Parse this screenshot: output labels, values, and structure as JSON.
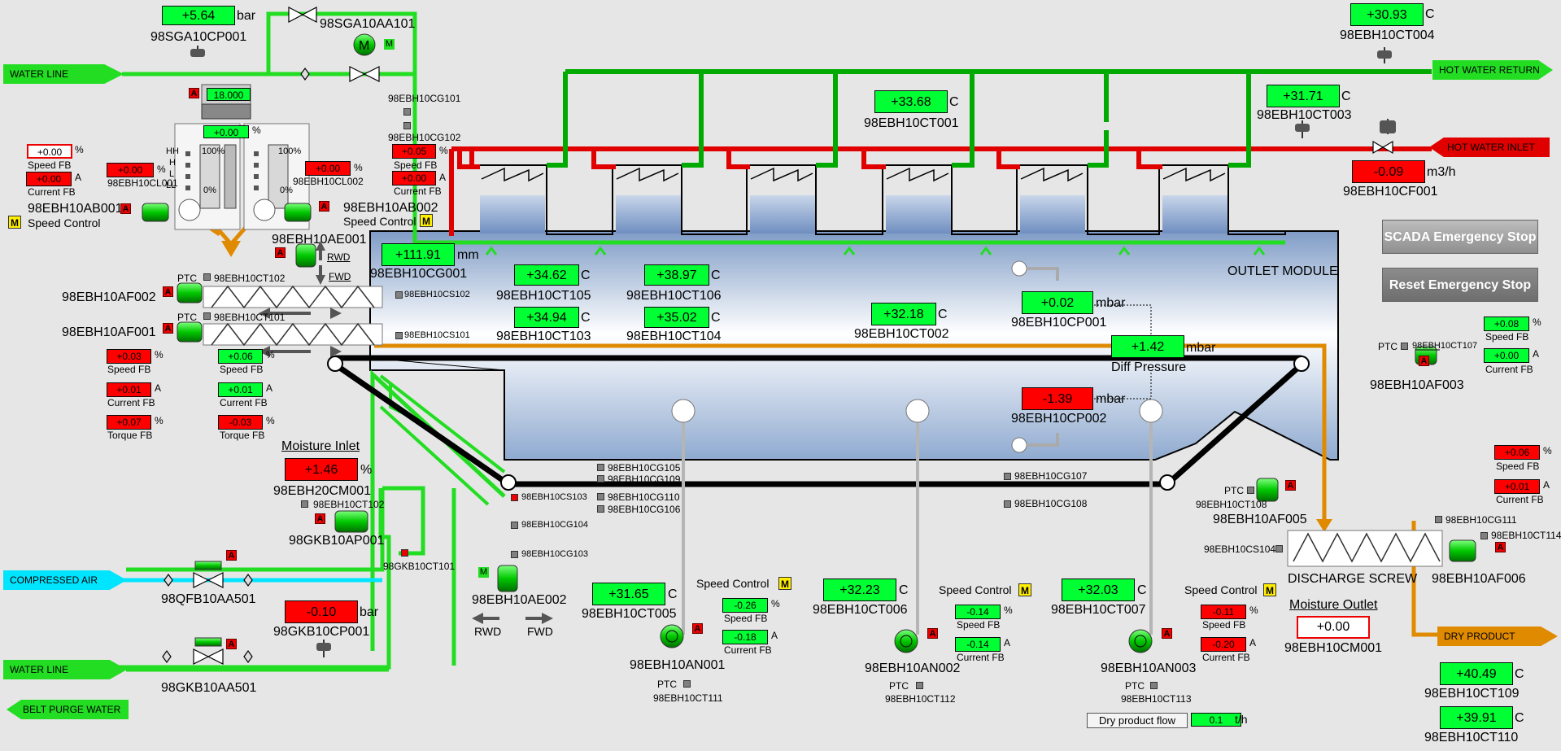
{
  "colors": {
    "background": "#e6e6e6",
    "running_green": "#00ff33",
    "alarm_red": "#ff0000",
    "hot_water": "#e00000",
    "return_water": "#00aa00",
    "product_orange": "#e08a00",
    "compressed_air": "#00e5ff",
    "manual_yellow": "#ffee00"
  },
  "header": {
    "sga_pressure": {
      "value": "+5.64",
      "unit": "bar",
      "tag": "98SGA10CP001"
    },
    "sga_valve_tag": "98SGA10AA101",
    "water_line_label": "WATER LINE"
  },
  "hot_water": {
    "return_label": "HOT WATER RETURN",
    "inlet_label": "HOT WATER INLET",
    "ct004": {
      "value": "+30.93",
      "unit": "C",
      "tag": "98EBH10CT004"
    },
    "ct001": {
      "value": "+33.68",
      "unit": "C",
      "tag": "98EBH10CT001"
    },
    "ct003": {
      "value": "+31.71",
      "unit": "C",
      "tag": "98EBH10CT003"
    },
    "cf001": {
      "value": "-0.09",
      "unit": "m3/h",
      "tag": "98EBH10CF001"
    }
  },
  "feeders": {
    "ab_level": "18.000",
    "ab_level2": "+0.00",
    "ab_level2_unit": "%",
    "left_speed_fb": {
      "value": "+0.00",
      "unit": "%",
      "label": "Speed FB"
    },
    "left_current_fb": {
      "value": "+0.00",
      "unit": "A",
      "label": "Current FB"
    },
    "cl001": {
      "value": "+0.00",
      "unit": "%",
      "tag": "98EBH10CL001"
    },
    "cl002": {
      "value": "+0.00",
      "unit": "%",
      "tag": "98EBH10CL002"
    },
    "ab001_tag": "98EBH10AB001",
    "ab001_ctrl": "Speed Control",
    "ab002_tag": "98EBH10AB002",
    "ab002_ctrl": "Speed Control",
    "ab002_speed_fb": {
      "value": "+0.05",
      "unit": "%",
      "label": "Speed FB"
    },
    "ab002_current_fb": {
      "value": "+0.00",
      "unit": "A",
      "label": "Current FB"
    },
    "cg101": "98EBH10CG101",
    "cg102": "98EBH10CG102",
    "ae001_tag": "98EBH10AE001",
    "rwd": "RWD",
    "fwd": "FWD",
    "m_letter": "M",
    "a_letter": "A",
    "level_marks": [
      "HH",
      "H",
      "L",
      "LL"
    ],
    "level_pct_top": "100%",
    "level_pct_bot": "0%"
  },
  "screws": {
    "af002_tag": "98EBH10AF002",
    "af001_tag": "98EBH10AF001",
    "ptc": "PTC",
    "ct102": "98EBH10CT102",
    "ct101": "98EBH10CT101",
    "cs102": "98EBH10CS102",
    "cs101": "98EBH10CS101",
    "af002_speed": {
      "value": "+0.03",
      "unit": "%",
      "label": "Speed FB"
    },
    "af002_current": {
      "value": "+0.01",
      "unit": "A",
      "label": "Current FB"
    },
    "af002_torque": {
      "value": "+0.07",
      "unit": "%",
      "label": "Torque FB"
    },
    "af001_speed": {
      "value": "+0.06",
      "unit": "%",
      "label": "Speed FB"
    },
    "af001_current": {
      "value": "+0.01",
      "unit": "A",
      "label": "Current FB"
    },
    "af001_torque": {
      "value": "-0.03",
      "unit": "%",
      "label": "Torque FB"
    }
  },
  "dryer": {
    "cg001": {
      "value": "+111.91",
      "unit": "mm",
      "tag": "98EBH10CG001"
    },
    "ct105": {
      "value": "+34.62",
      "unit": "C",
      "tag": "98EBH10CT105"
    },
    "ct106": {
      "value": "+38.97",
      "unit": "C",
      "tag": "98EBH10CT106"
    },
    "ct103": {
      "value": "+34.94",
      "unit": "C",
      "tag": "98EBH10CT103"
    },
    "ct104": {
      "value": "+35.02",
      "unit": "C",
      "tag": "98EBH10CT104"
    },
    "ct002": {
      "value": "+32.18",
      "unit": "C",
      "tag": "98EBH10CT002"
    },
    "cp001": {
      "value": "+0.02",
      "unit": "mbar",
      "tag": "98EBH10CP001"
    },
    "diff": {
      "value": "+1.42",
      "unit": "mbar",
      "label": "Diff Pressure"
    },
    "cp002": {
      "value": "-1.39",
      "unit": "mbar",
      "tag": "98EBH10CP002"
    },
    "outlet_module": "OUTLET MODULE",
    "cg105": "98EBH10CG105",
    "cg109": "98EBH10CG109",
    "cg110": "98EBH10CG110",
    "cg106": "98EBH10CG106",
    "cg107": "98EBH10CG107",
    "cg108": "98EBH10CG108",
    "cs103": "98EBH10CS103",
    "cg104": "98EBH10CG104",
    "cg103": "98EBH10CG103"
  },
  "buttons": {
    "scada_stop": "SCADA Emergency Stop",
    "reset_stop": "Reset Emergency Stop"
  },
  "af003": {
    "tag": "98EBH10AF003",
    "ptc": "PTC",
    "ct107": "98EBH10CT107",
    "speed": {
      "value": "+0.08",
      "unit": "%",
      "label": "Speed FB"
    },
    "current": {
      "value": "+0.00",
      "unit": "A",
      "label": "Current FB"
    }
  },
  "moisture_inlet": {
    "title": "Moisture Inlet",
    "value": "+1.46",
    "unit": "%",
    "tag": "98EBH20CM001",
    "ct102b": "98EBH10CT102",
    "ap001": "98GKB10AP001",
    "ct101b": "98GKB10CT101"
  },
  "utilities": {
    "compressed_air": "COMPRESSED AIR",
    "qfb_valve": "98QFB10AA501",
    "gkb_pressure": {
      "value": "-0.10",
      "unit": "bar",
      "tag": "98GKB10CP001"
    },
    "water_line": "WATER LINE",
    "gkb_valve": "98GKB10AA501",
    "belt_purge": "BELT PURGE WATER"
  },
  "ae002": {
    "tag": "98EBH10AE002",
    "rwd": "RWD",
    "fwd": "FWD"
  },
  "fans": [
    {
      "ct": {
        "value": "+31.65",
        "unit": "C",
        "tag": "98EBH10CT005"
      },
      "ctrl": "Speed Control",
      "speed": {
        "value": "-0.26",
        "unit": "%",
        "label": "Speed FB"
      },
      "current": {
        "value": "-0.18",
        "unit": "A",
        "label": "Current FB"
      },
      "tag": "98EBH10AN001",
      "ptc": "PTC",
      "ptc_tag": "98EBH10CT111"
    },
    {
      "ct": {
        "value": "+32.23",
        "unit": "C",
        "tag": "98EBH10CT006"
      },
      "ctrl": "Speed Control",
      "speed": {
        "value": "-0.14",
        "unit": "%",
        "label": "Speed FB"
      },
      "current": {
        "value": "-0.14",
        "unit": "A",
        "label": "Current FB"
      },
      "tag": "98EBH10AN002",
      "ptc": "PTC",
      "ptc_tag": "98EBH10CT112"
    },
    {
      "ct": {
        "value": "+32.03",
        "unit": "C",
        "tag": "98EBH10CT007"
      },
      "ctrl": "Speed Control",
      "speed": {
        "value": "-0.11",
        "unit": "%",
        "label": "Speed FB"
      },
      "current": {
        "value": "-0.20",
        "unit": "A",
        "label": "Current FB"
      },
      "tag": "98EBH10AN003",
      "ptc": "PTC",
      "ptc_tag": "98EBH10CT113"
    }
  ],
  "discharge": {
    "af005": {
      "tag": "98EBH10AF005",
      "ptc": "PTC",
      "ptc_tag": "98EBH10CT108"
    },
    "cs104": "98EBH10CS104",
    "cg111": "98EBH10CG111",
    "ct114": "98EBH10CT114",
    "label": "DISCHARGE SCREW",
    "af006": "98EBH10AF006",
    "speed": {
      "value": "+0.06",
      "unit": "%",
      "label": "Speed FB"
    },
    "current": {
      "value": "+0.01",
      "unit": "A",
      "label": "Current FB"
    },
    "moisture_title": "Moisture Outlet",
    "moisture_value": "+0.00",
    "moisture_tag": "98EBH10CM001",
    "dry_product": "DRY PRODUCT",
    "ct109": {
      "value": "+40.49",
      "unit": "C",
      "tag": "98EBH10CT109"
    },
    "ct110": {
      "value": "+39.91",
      "unit": "C",
      "tag": "98EBH10CT110"
    },
    "flow_label": "Dry product flow",
    "flow_value": "0.1",
    "flow_unit": "t/h"
  }
}
